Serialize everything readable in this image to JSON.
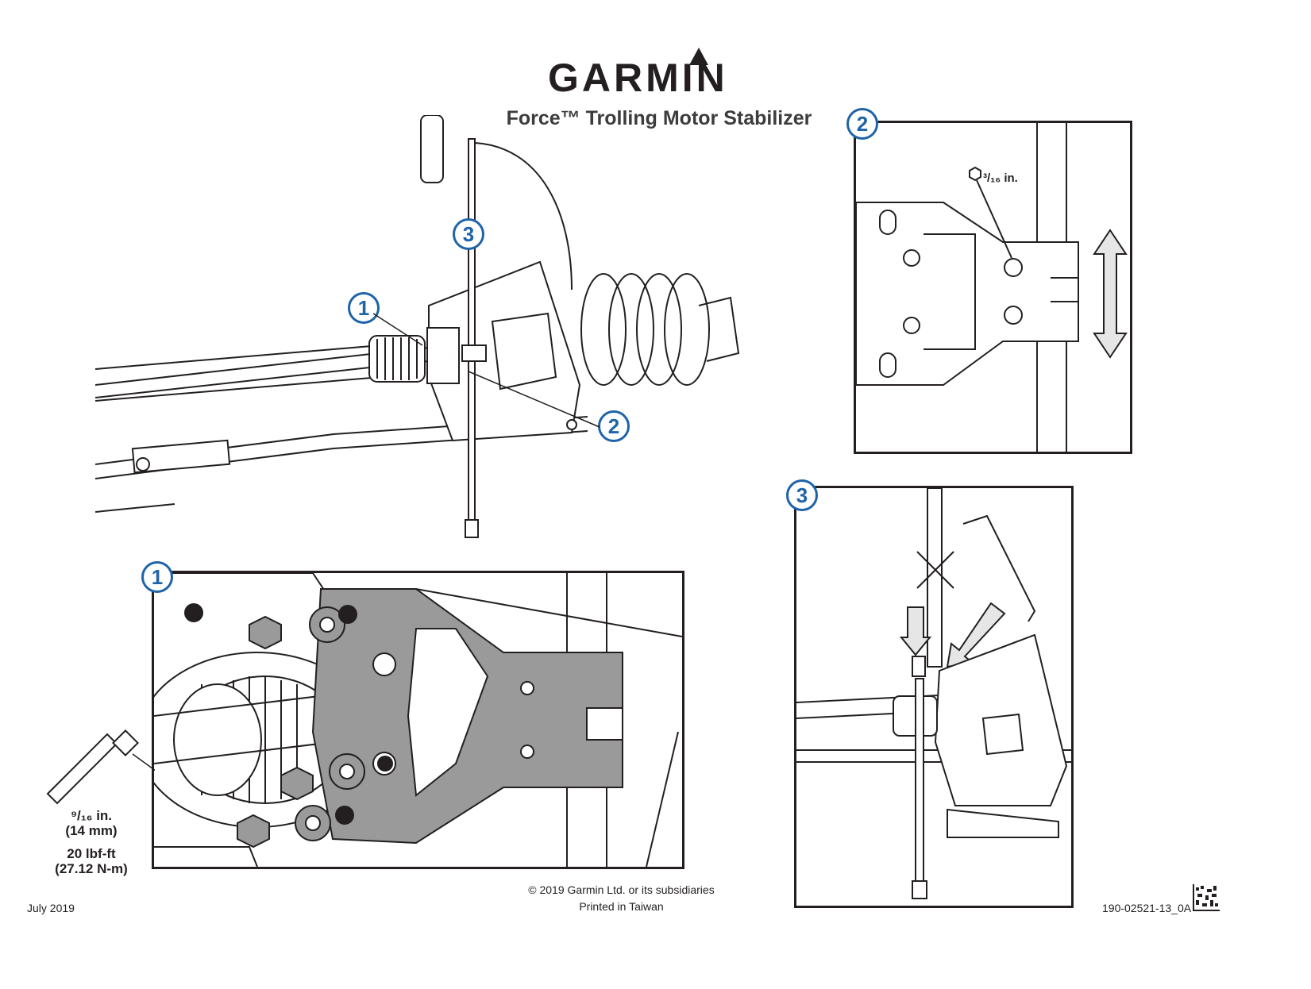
{
  "brand": {
    "name": "GARMIN"
  },
  "title": "Force™ Trolling Motor Stabilizer",
  "callouts": {
    "one": "1",
    "two": "2",
    "three": "3"
  },
  "panel2": {
    "hex_size": "³/₁₆ in."
  },
  "panel1": {
    "socket": "⁹/₁₆ in.",
    "socket_mm": "(14 mm)",
    "torque": "20 lbf-ft",
    "torque_nm": "(27.12 N-m)"
  },
  "footer": {
    "date": "July 2019",
    "copyright": "© 2019 Garmin Ltd. or its subsidiaries",
    "printed": "Printed in Taiwan",
    "part_number": "190-02521-13_0A"
  },
  "colors": {
    "callout_blue": "#1f63a8",
    "ink": "#231f20",
    "part_gray": "#9a9a9a"
  }
}
